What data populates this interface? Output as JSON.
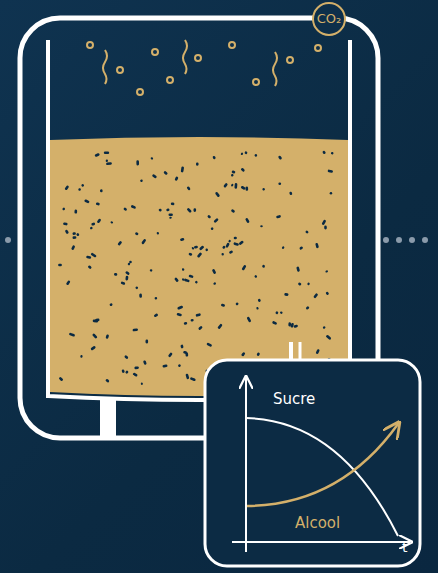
{
  "diagram": {
    "nodes": [
      {
        "text": [
          "CO₂"
        ]
      },
      {
        "text": [
          "Sucre",
          "Alcool",
          "t"
        ]
      }
    ]
  }
}
